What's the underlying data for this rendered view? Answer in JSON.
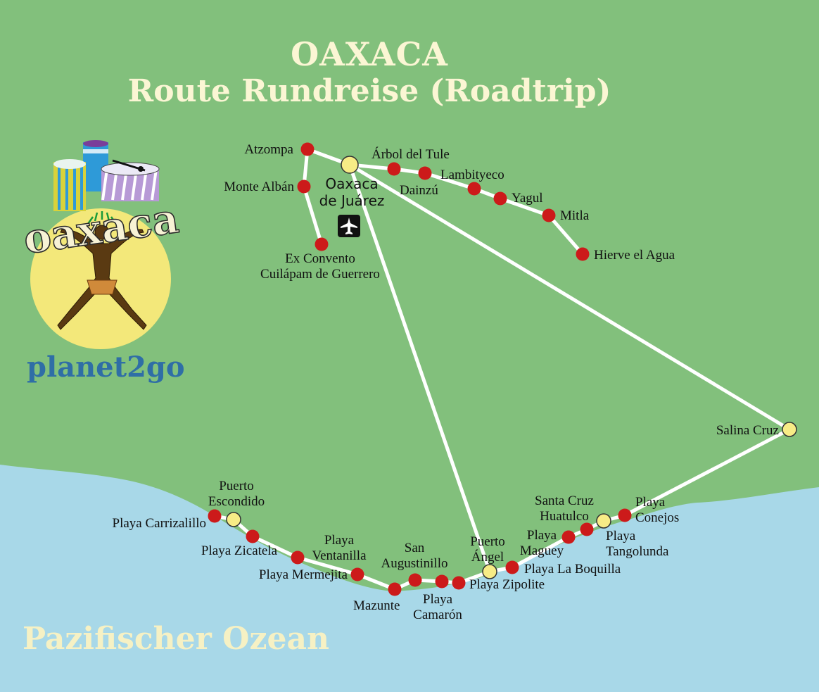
{
  "title": {
    "line1": "OAXACA",
    "line2": "Route Rundreise (Roadtrip)"
  },
  "ocean_label": "Pazifischer Ozean",
  "brand": {
    "name": "planet2go",
    "logo_word": "oaxaca"
  },
  "colors": {
    "land": "#82c07c",
    "ocean": "#a8d8e8",
    "route": "#ffffff",
    "stop_red": "#cc1a1a",
    "hub_yellow": "#f7ec86",
    "title": "#fbf6d4",
    "brand": "#2f6ea6"
  },
  "icons": {
    "airport": "airplane-icon"
  },
  "places": [
    {
      "id": "atzompa",
      "label": "Atzompa",
      "type": "stop"
    },
    {
      "id": "monte-alban",
      "label": "Monte Albán",
      "type": "stop"
    },
    {
      "id": "ex-convento",
      "label": "Ex Convento\nCuilápam de Guerrero",
      "type": "stop"
    },
    {
      "id": "oaxaca",
      "label": "Oaxaca\nde Juárez",
      "type": "hub"
    },
    {
      "id": "arbol",
      "label": "Árbol del Tule",
      "type": "stop"
    },
    {
      "id": "dainzu",
      "label": "Dainzú",
      "type": "stop"
    },
    {
      "id": "lambityeco",
      "label": "Lambityeco",
      "type": "stop"
    },
    {
      "id": "yagul",
      "label": "Yagul",
      "type": "stop"
    },
    {
      "id": "mitla",
      "label": "Mitla",
      "type": "stop"
    },
    {
      "id": "hierve",
      "label": "Hierve el Agua",
      "type": "stop"
    },
    {
      "id": "salina",
      "label": "Salina Cruz",
      "type": "hub"
    },
    {
      "id": "conejos",
      "label": "Playa\nConejos",
      "type": "stop"
    },
    {
      "id": "huatulco",
      "label": "Santa Cruz\nHuatulco",
      "type": "hub"
    },
    {
      "id": "tangolunda",
      "label": "Playa\nTangolunda",
      "type": "stop"
    },
    {
      "id": "maguey",
      "label": "Playa\nMaguey",
      "type": "stop"
    },
    {
      "id": "boquilla",
      "label": "Playa La Boquilla",
      "type": "stop"
    },
    {
      "id": "angel",
      "label": "Puerto\nÁngel",
      "type": "hub"
    },
    {
      "id": "zipolite",
      "label": "Playa Zipolite",
      "type": "stop"
    },
    {
      "id": "camaron",
      "label": "Playa\nCamarón",
      "type": "stop"
    },
    {
      "id": "san-agustinillo",
      "label": "San\nAugustinillo",
      "type": "stop"
    },
    {
      "id": "mazunte",
      "label": "Mazunte",
      "type": "stop"
    },
    {
      "id": "mermejita",
      "label": "Playa Mermejita",
      "type": "stop"
    },
    {
      "id": "ventanilla",
      "label": "Playa\nVentanilla",
      "type": "stop"
    },
    {
      "id": "zicatela",
      "label": "Playa Zicatela",
      "type": "stop"
    },
    {
      "id": "escondido",
      "label": "Puerto\nEscondido",
      "type": "hub"
    },
    {
      "id": "carrizalillo",
      "label": "Playa Carrizalillo",
      "type": "stop"
    }
  ]
}
